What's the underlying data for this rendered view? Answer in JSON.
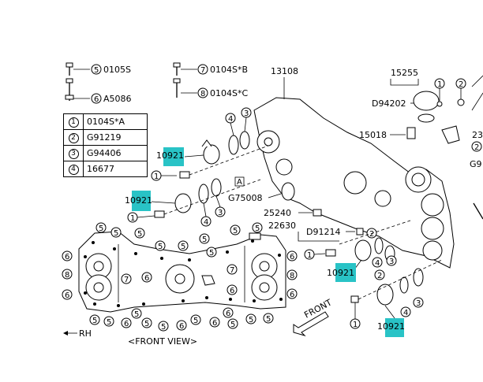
{
  "legend_table": [
    {
      "num": "1",
      "code": "0104S*A"
    },
    {
      "num": "2",
      "code": "G91219"
    },
    {
      "num": "3",
      "code": "G94406"
    },
    {
      "num": "4",
      "code": "16677"
    }
  ],
  "bolt_callouts": [
    {
      "num": "5",
      "code": "0105S"
    },
    {
      "num": "6",
      "code": "A5086"
    },
    {
      "num": "7",
      "code": "0104S*B"
    },
    {
      "num": "8",
      "code": "0104S*C"
    }
  ],
  "part_labels": {
    "p13108": "13108",
    "p15255": "15255",
    "d94202": "D94202",
    "p15018": "15018",
    "g75008": "G75008",
    "p25240": "25240",
    "p22630": "22630",
    "d91214": "D91214",
    "p23": "23",
    "g9": "G9",
    "ref_a": "A"
  },
  "highlighted_labels": [
    "10921",
    "10921",
    "10921",
    "10921"
  ],
  "view_caption": "<FRONT VIEW>",
  "rh_label": "RH",
  "front_label": "FRONT",
  "colors": {
    "highlight": "#29c3c6",
    "ink": "#000000"
  }
}
